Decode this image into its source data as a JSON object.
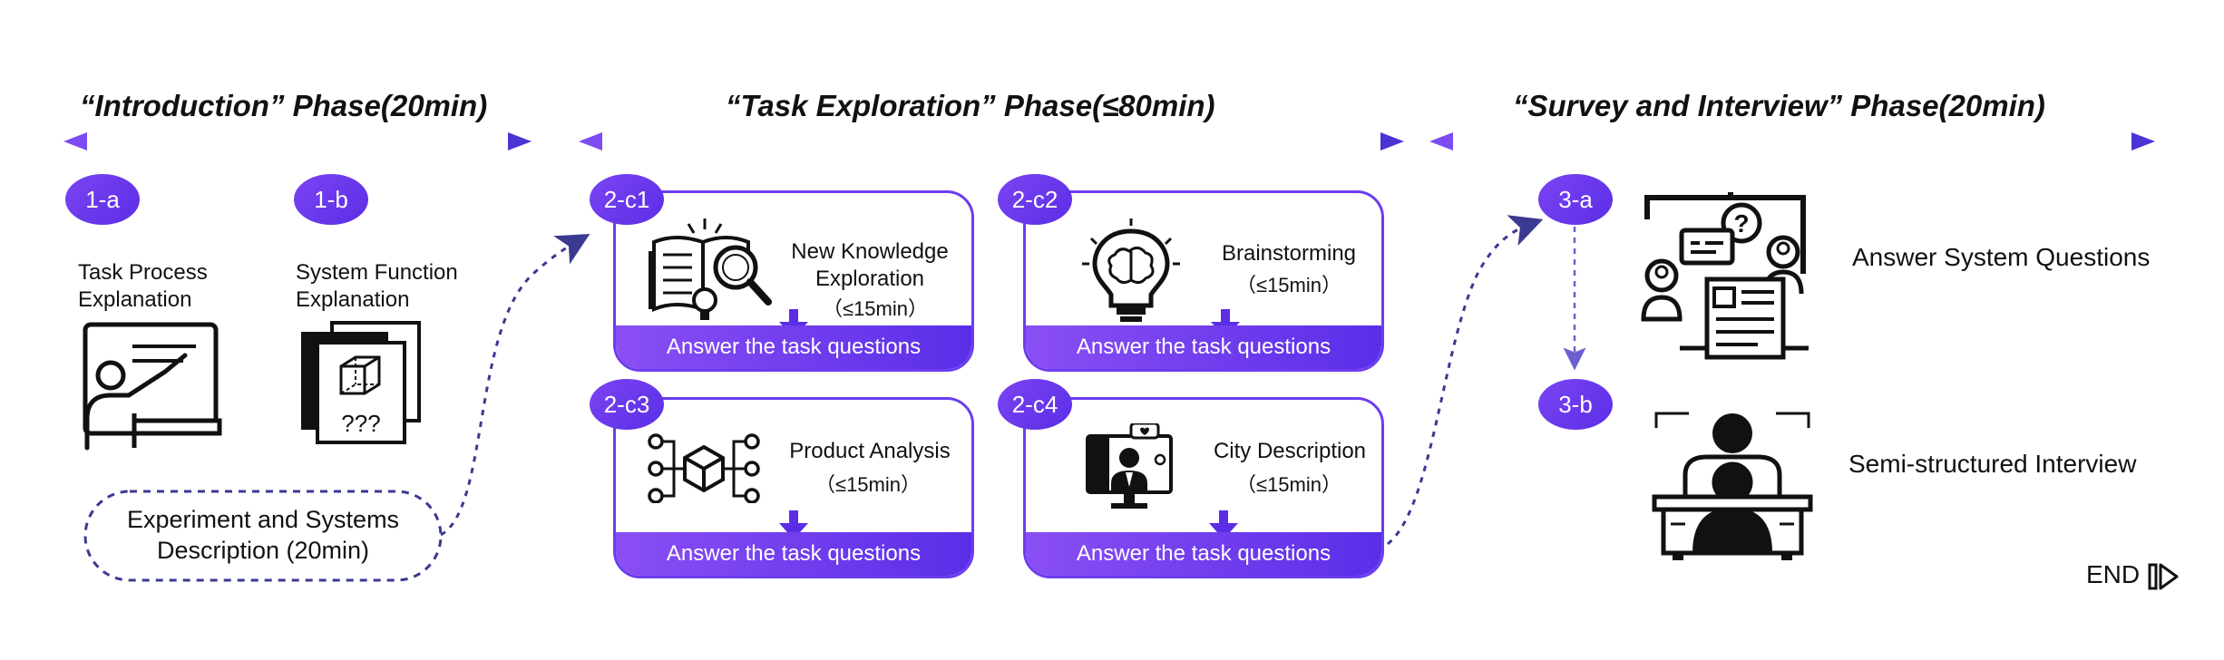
{
  "phases": {
    "intro": "“Introduction” Phase(20min)",
    "explore": "“Task Exploration” Phase(≤80min)",
    "survey": "“Survey and Interview” Phase(20min)"
  },
  "intro": {
    "badge_a": "1-a",
    "badge_b": "1-b",
    "label_a_line1": "Task Process",
    "label_a_line2": "Explanation",
    "label_b_line1": "System Function",
    "label_b_line2": "Explanation",
    "question_marks": "???",
    "experiment_line1": "Experiment and Systems",
    "experiment_line2": "Description (20min)"
  },
  "tasks": [
    {
      "badge": "2-c1",
      "title_line1": "New Knowledge",
      "title_line2": "Exploration",
      "time": "（≤15min）",
      "footer": "Answer the task questions",
      "icon": "book-magnifier-icon"
    },
    {
      "badge": "2-c2",
      "title_line1": "Brainstorming",
      "title_line2": "",
      "time": "（≤15min）",
      "footer": "Answer the task questions",
      "icon": "brain-bulb-icon"
    },
    {
      "badge": "2-c3",
      "title_line1": "Product Analysis",
      "title_line2": "",
      "time": "（≤15min）",
      "footer": "Answer the task questions",
      "icon": "product-network-icon"
    },
    {
      "badge": "2-c4",
      "title_line1": "City Description",
      "title_line2": "",
      "time": "（≤15min）",
      "footer": "Answer the task questions",
      "icon": "video-call-icon"
    }
  ],
  "survey": {
    "badge_a": "3-a",
    "badge_b": "3-b",
    "label_a": "Answer System Questions",
    "label_b": "Semi-structured Interview"
  },
  "end_label": "END",
  "colors": {
    "accent": "#5b2ee6",
    "accent_light": "#8a4ff4",
    "line": "#3d3db8",
    "dash": "#3a3a90"
  }
}
